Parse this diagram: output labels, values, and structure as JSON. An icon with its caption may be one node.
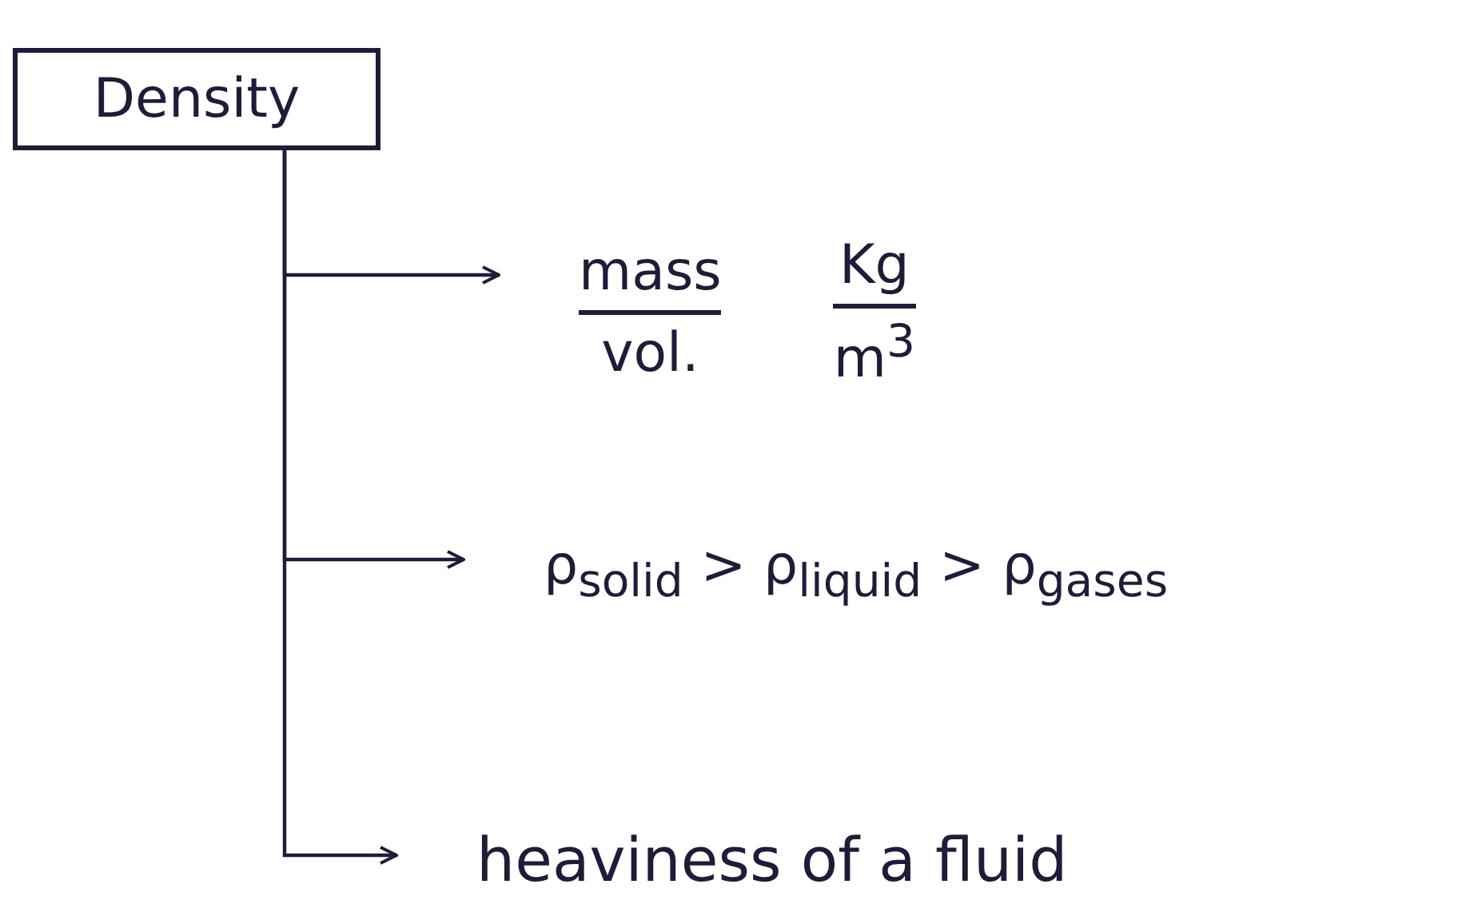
{
  "diagram": {
    "nodes": [
      {
        "text": [
          "Density"
        ]
      },
      {
        "text": [
          "mass",
          "vol.",
          "Kg",
          "m$^{3}$"
        ]
      },
      {
        "text": [
          "ρ$_{solid}$ > ρ$_{liquid}$ > ρ$_{gases}$"
        ]
      },
      {
        "text": [
          "heaviness of a fluid"
        ]
      }
    ],
    "edges": [
      {
        "from": 0,
        "to": 1,
        "arrow": "to"
      },
      {
        "from": 0,
        "to": 2,
        "arrow": "to"
      },
      {
        "from": 0,
        "to": 3,
        "arrow": "to"
      }
    ]
  }
}
